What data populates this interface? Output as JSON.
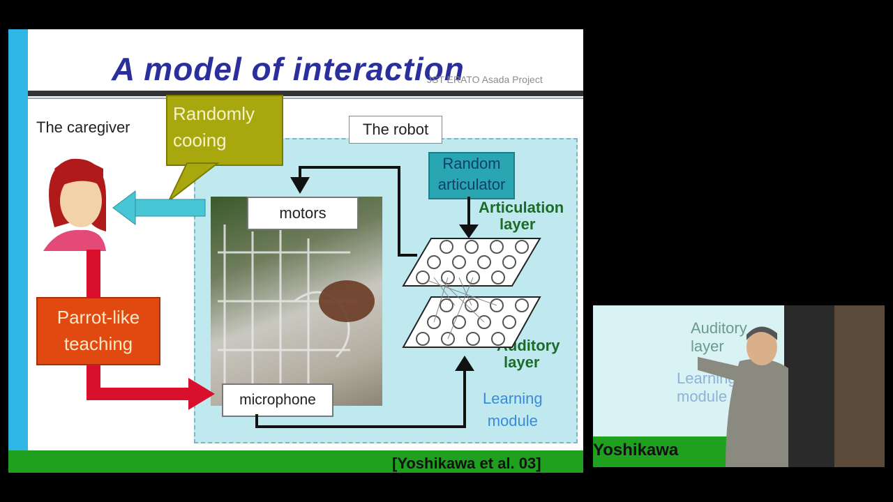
{
  "slide": {
    "title": "A model of interaction",
    "credit": "JST ERATO Asada Project",
    "citation": "[Yoshikawa et al. 03]"
  },
  "diagram": {
    "caregiver_label": "The caregiver",
    "robot_label": "The robot",
    "cooing_callout": [
      "Randomly",
      "cooing"
    ],
    "motors": "motors",
    "microphone": "microphone",
    "random_articulator": [
      "Random",
      "articulator"
    ],
    "articulation_layer": [
      "Articulation",
      "layer"
    ],
    "auditory_layer": [
      "Auditory",
      "layer"
    ],
    "learning_module": [
      "Learning",
      "module"
    ],
    "parrot_teaching": [
      "Parrot-like",
      "teaching"
    ]
  },
  "inset": {
    "text_top": [
      "Auditory",
      "layer"
    ],
    "text_mid": [
      "Learning",
      "module"
    ],
    "citation": "Yoshikawa"
  },
  "colors": {
    "title": "#2b2f9c",
    "accent_bar": "#2fb6e6",
    "bottom_bar": "#1fa01f",
    "parrot_box": "#e04a10",
    "cooing_box": "#a8a80e",
    "random_box": "#2aa6b3",
    "arrow_red": "#d8102c",
    "arrow_cyan": "#49c6d6"
  }
}
